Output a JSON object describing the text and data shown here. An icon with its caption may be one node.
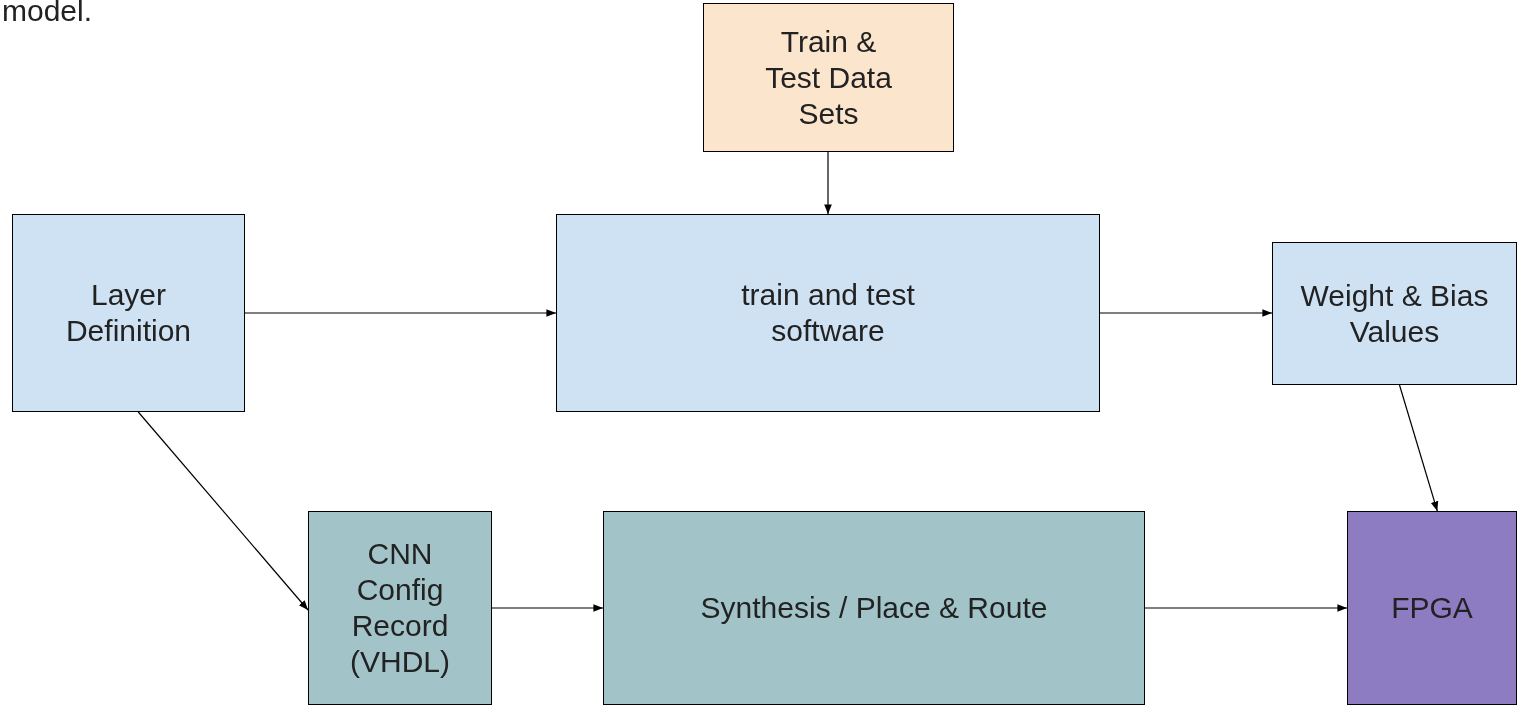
{
  "diagram": {
    "nodes": [
      {
        "text": [
          "Train & Test Data Sets"
        ]
      },
      {
        "text": [
          "Layer Definition"
        ]
      },
      {
        "text": [
          "train and test software"
        ]
      },
      {
        "text": [
          "Weight & Bias Values"
        ]
      },
      {
        "text": [
          "CNN Config Record (VHDL)"
        ]
      },
      {
        "text": [
          "Synthesis / Place & Route"
        ]
      },
      {
        "text": [
          "FPGA"
        ]
      }
    ],
    "edges": [
      {
        "from": 0,
        "to": 2,
        "arrow": "to"
      },
      {
        "from": 1,
        "to": 2,
        "arrow": "to"
      },
      {
        "from": 2,
        "to": 3,
        "arrow": "to"
      },
      {
        "from": 1,
        "to": 4,
        "arrow": "to"
      },
      {
        "from": 4,
        "to": 5,
        "arrow": "to"
      },
      {
        "from": 5,
        "to": 6,
        "arrow": "to"
      },
      {
        "from": 3,
        "to": 6,
        "arrow": "to"
      }
    ],
    "labels": [
      "model."
    ]
  }
}
